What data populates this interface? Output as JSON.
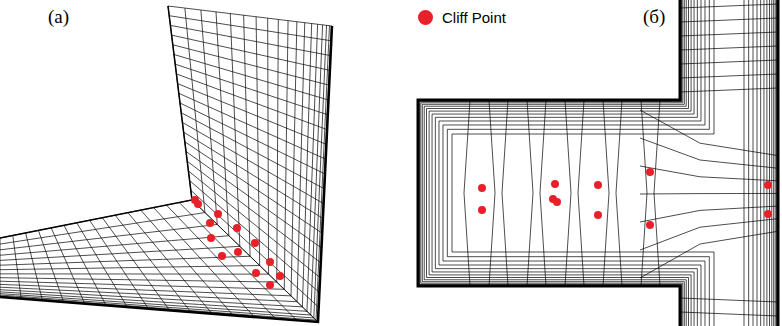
{
  "diagram": {
    "labels": [
      "(a)",
      "(б)"
    ],
    "legend": [
      {
        "text": "Cliff Point",
        "color": "#e8202a"
      }
    ]
  }
}
